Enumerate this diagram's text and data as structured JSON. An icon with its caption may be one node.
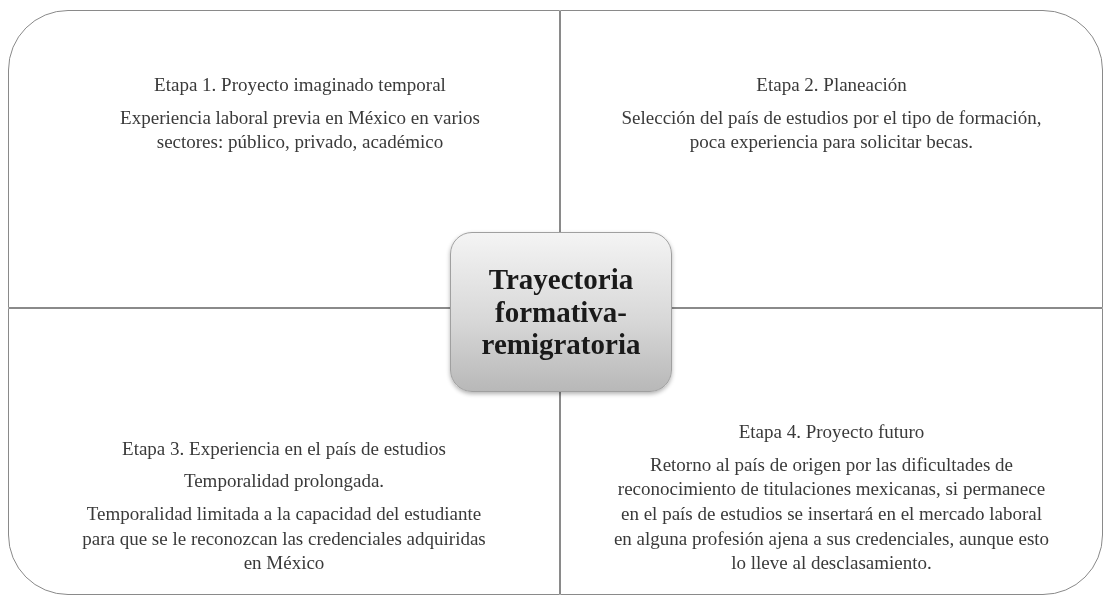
{
  "diagram": {
    "nodes": [
      {
        "text": [
          "Etapa 1. Proyecto imaginado temporal",
          "Experiencia laboral previa en México en varios sectores: público, privado, académico"
        ]
      },
      {
        "text": [
          "Etapa 2. Planeación",
          "Selección del país de estudios por el tipo de formación, poca experiencia para solicitar becas."
        ]
      },
      {
        "text": [
          "Etapa 3. Experiencia en el país de estudios",
          "Temporalidad prolongada.",
          "Temporalidad limitada a la capacidad del estudiante para que se le reconozcan las credenciales adquiridas en México"
        ]
      },
      {
        "text": [
          "Etapa 4. Proyecto futuro",
          "Retorno al país de origen por las dificultades de reconocimiento de titulaciones mexicanas, si permanece en el país de estudios se insertará en el mercado laboral en alguna profesión ajena a sus credenciales, aunque esto lo lleve al desclasamiento."
        ]
      },
      {
        "text": [
          "Trayectoria formativa-remigratoria"
        ]
      }
    ]
  }
}
